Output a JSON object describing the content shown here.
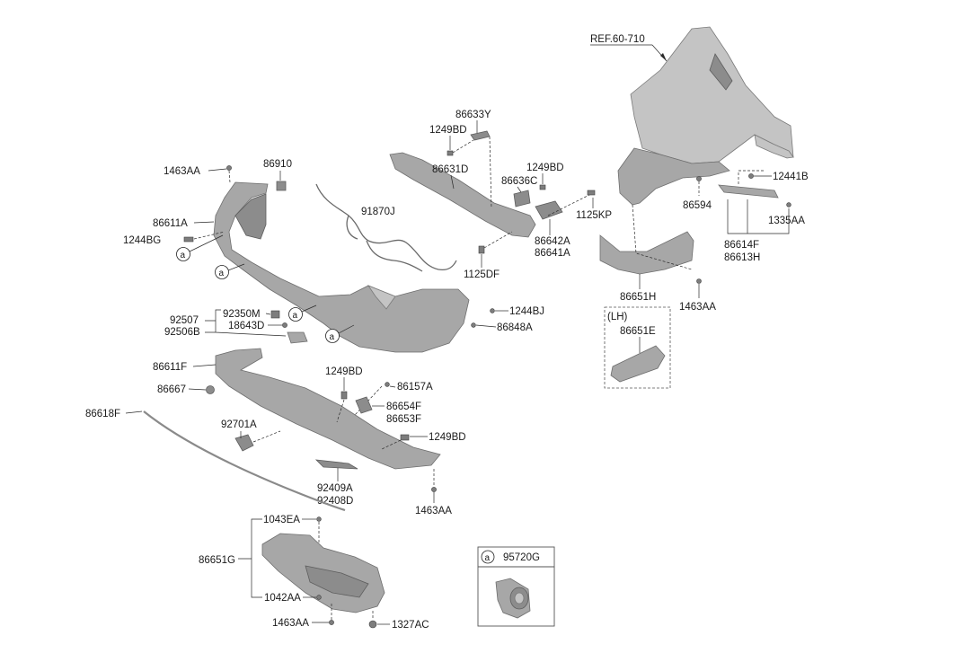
{
  "labels": {
    "ref_60_710": "REF.60-710",
    "p86633Y": "86633Y",
    "p1249BD_a": "1249BD",
    "p86631D": "86631D",
    "p86636C": "86636C",
    "p1249BD_b": "1249BD",
    "p1125KP": "1125KP",
    "p86642A": "86642A",
    "p86641A": "86641A",
    "p1125DF": "1125DF",
    "p1463AA_a": "1463AA",
    "p86910": "86910",
    "p86611A": "86611A",
    "p1244BG": "1244BG",
    "p91870J": "91870J",
    "p92350M": "92350M",
    "p92507": "92507",
    "p18643D": "18643D",
    "p92506B": "92506B",
    "p1244BJ": "1244BJ",
    "p86848A": "86848A",
    "p86611F": "86611F",
    "p86667": "86667",
    "p1249BD_c": "1249BD",
    "p86157A": "86157A",
    "p86654F": "86654F",
    "p86653F": "86653F",
    "p86618F": "86618F",
    "p92701A": "92701A",
    "p1249BD_d": "1249BD",
    "p92409A": "92409A",
    "p92408D": "92408D",
    "p1463AA_b": "1463AA",
    "p1043EA": "1043EA",
    "p86651G": "86651G",
    "p1042AA": "1042AA",
    "p1463AA_c": "1463AA",
    "p1327AC": "1327AC",
    "p12441B": "12441B",
    "p86594": "86594",
    "p1335AA": "1335AA",
    "p86614F": "86614F",
    "p86613H": "86613H",
    "p86651H": "86651H",
    "p1463AA_d": "1463AA",
    "lh": "(LH)",
    "p86651E": "86651E",
    "p95720G": "95720G"
  },
  "callout_letter": "a",
  "colors": {
    "part_fill": "#a7a7a7",
    "line": "#2a2a2a",
    "text": "#1a1a1a"
  }
}
